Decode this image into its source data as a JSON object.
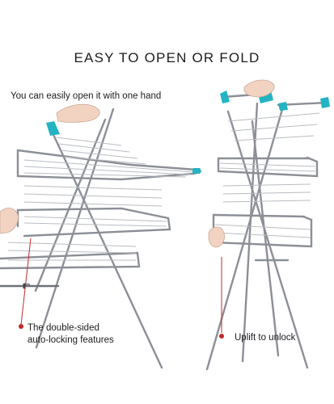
{
  "header": {
    "title": "EASY TO OPEN OR FOLD"
  },
  "left_panel": {
    "subtitle": "You can easily open it with one hand",
    "callout_line1": "The double-sided",
    "callout_line2": "auto-locking features"
  },
  "right_panel": {
    "callout": "Uplift to unlock"
  },
  "colors": {
    "frame": "#8c8f96",
    "frame_dark": "#6e7178",
    "accent": "#23b3c3",
    "callout": "#c62828",
    "wire": "#b9bcc2"
  },
  "icons": {
    "left_product": "drying-rack-open-icon",
    "right_product": "drying-rack-folded-icon",
    "hand_left": "hand-icon",
    "hand_right": "hand-icon"
  }
}
